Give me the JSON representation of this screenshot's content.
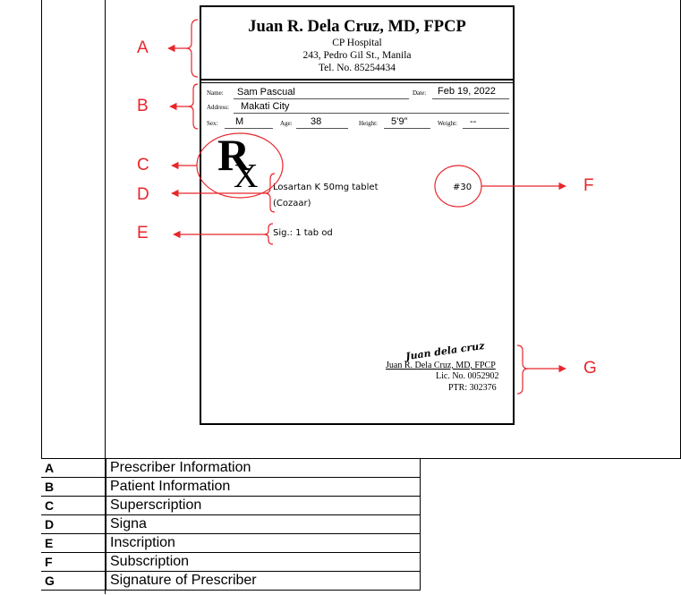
{
  "prescription": {
    "doctor_name": "Juan R. Dela Cruz, MD, FPCP",
    "hospital": "CP Hospital",
    "address": "243, Pedro Gil St., Manila",
    "tel": "Tel. No. 85254434",
    "fields": {
      "name_label": "Name:",
      "name_value": "Sam Pascual",
      "date_label": "Date:",
      "date_value": "Feb 19, 2022",
      "address_label": "Address:",
      "address_value": "Makati City",
      "sex_label": "Sex:",
      "sex_value": "M",
      "age_label": "Age:",
      "age_value": "38",
      "height_label": "Height:",
      "height_value": "5’9”",
      "weight_label": "Weight:",
      "weight_value": "--"
    },
    "rx_symbol": "R",
    "rx_cross": "X",
    "medicine_line1": "Losartan K 50mg tablet",
    "medicine_line2": "(Cozaar)",
    "quantity": "#30",
    "signa": "Sig.: 1 tab od",
    "signature_script": "Juan dela cruz",
    "signature_name": "Juan R. Dela Cruz, MD, FPCP",
    "license": "Lic. No. 0052902",
    "ptr": "PTR: 302376"
  },
  "callouts": {
    "a": "A",
    "b": "B",
    "c": "C",
    "d": "D",
    "e": "E",
    "f": "F",
    "g": "G"
  },
  "legend": [
    {
      "key": "A",
      "label": "Prescriber Information"
    },
    {
      "key": "B",
      "label": "Patient Information"
    },
    {
      "key": "C",
      "label": "Superscription"
    },
    {
      "key": "D",
      "label": "Signa"
    },
    {
      "key": "E",
      "label": "Inscription"
    },
    {
      "key": "F",
      "label": "Subscription"
    },
    {
      "key": "G",
      "label": "Signature of Prescriber"
    }
  ],
  "colors": {
    "annotation": "#e8262b",
    "ink": "#000000"
  }
}
